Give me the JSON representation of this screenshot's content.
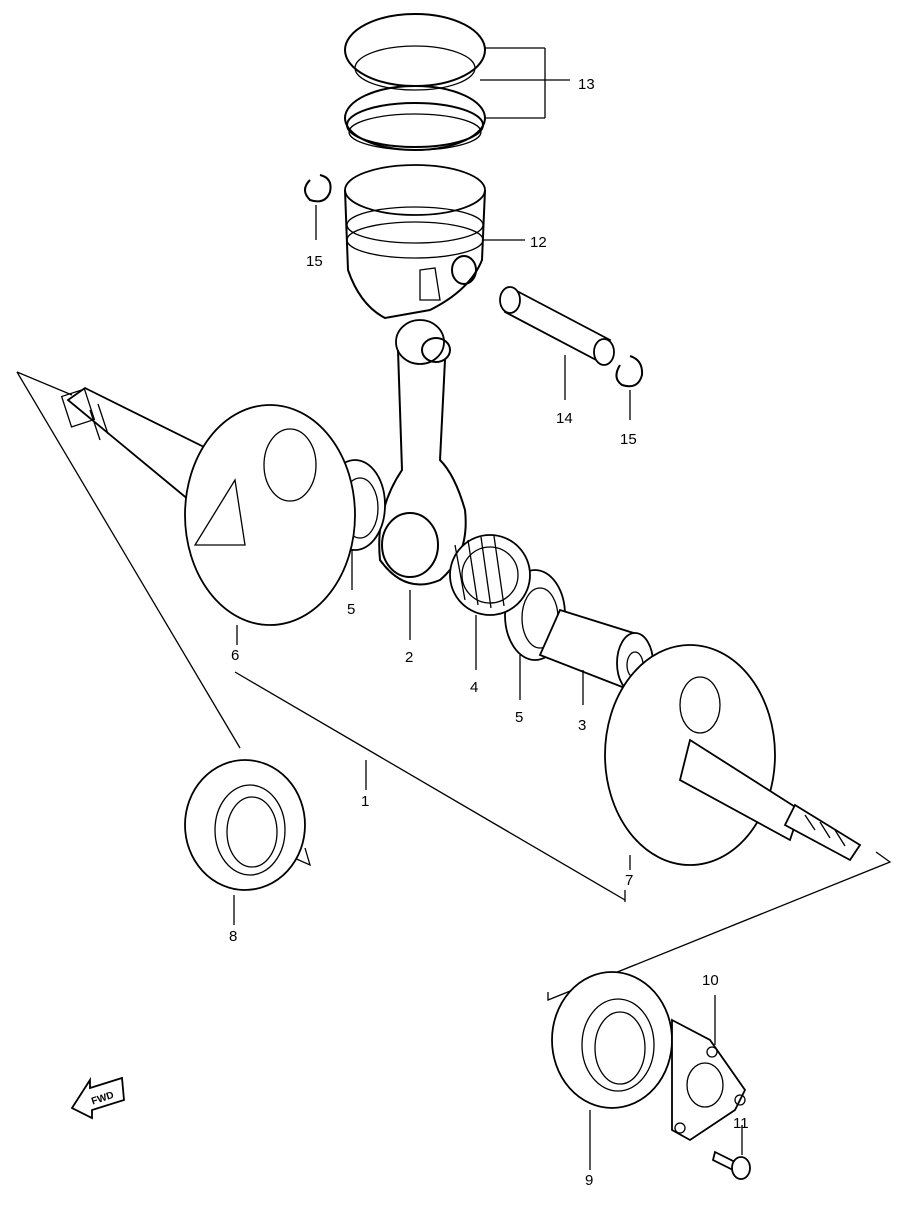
{
  "callouts": {
    "c1": "1",
    "c2": "2",
    "c3": "3",
    "c4": "4",
    "c5a": "5",
    "c5b": "5",
    "c6": "6",
    "c7": "7",
    "c8": "8",
    "c9": "9",
    "c10": "10",
    "c11": "11",
    "c12": "12",
    "c13": "13",
    "c14": "14",
    "c15a": "15",
    "c15b": "15"
  },
  "fwd_badge": "FWD"
}
